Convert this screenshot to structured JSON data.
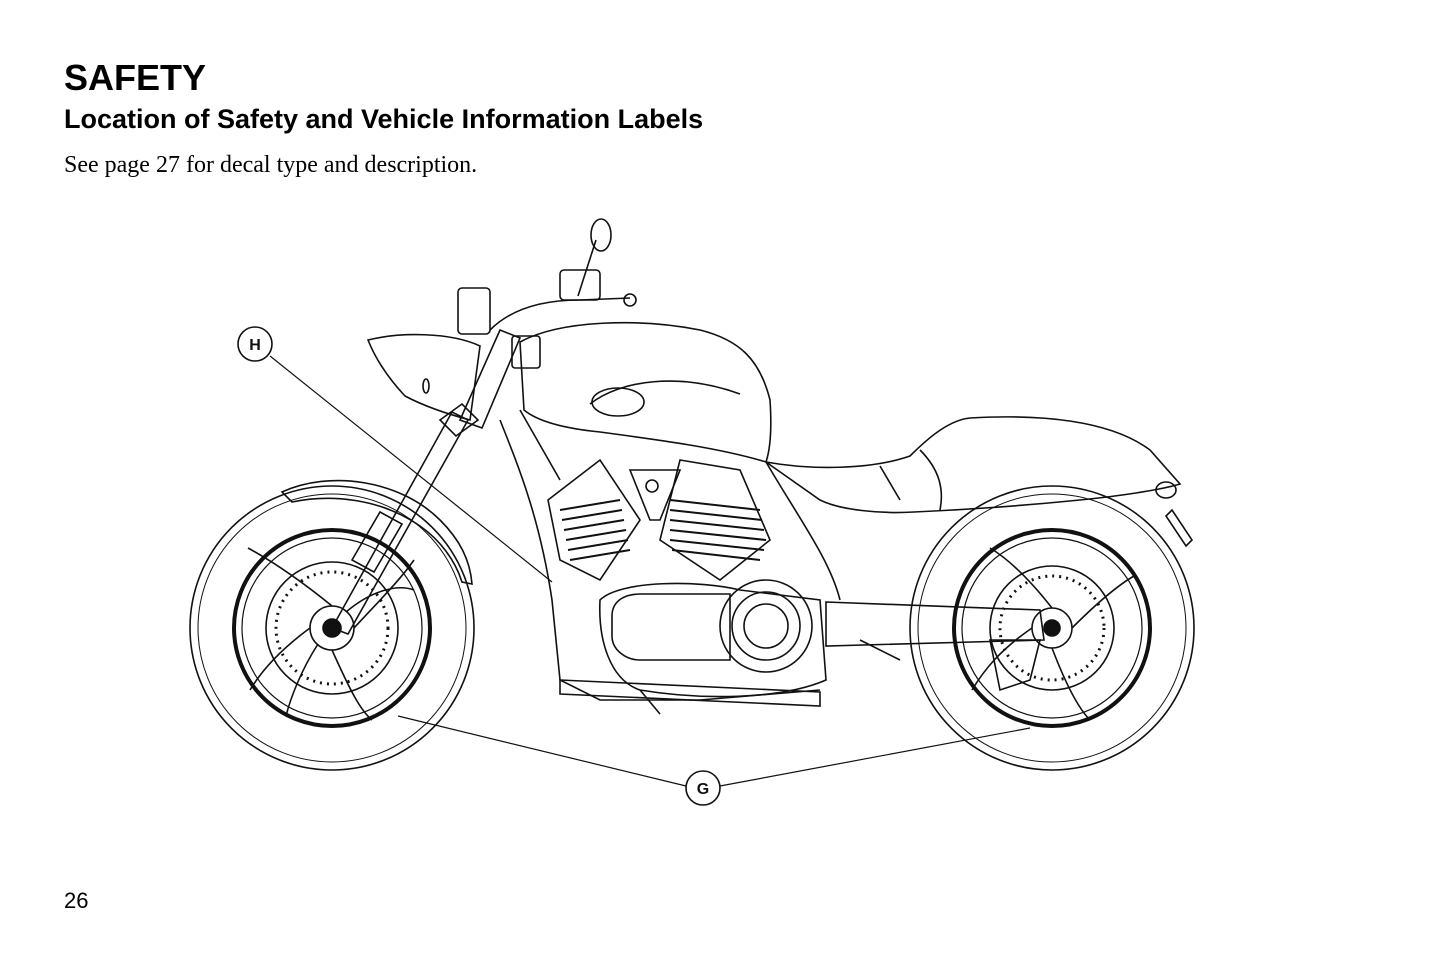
{
  "header": {
    "title": "SAFETY",
    "subtitle": "Location of Safety and Vehicle Information Labels",
    "intro": "See page 27 for decal type and description."
  },
  "figure": {
    "icon": "motorcycle-side-view-line-drawing",
    "callouts": [
      {
        "letter": "H"
      },
      {
        "letter": "G"
      }
    ]
  },
  "footer": {
    "page_number": "26"
  }
}
